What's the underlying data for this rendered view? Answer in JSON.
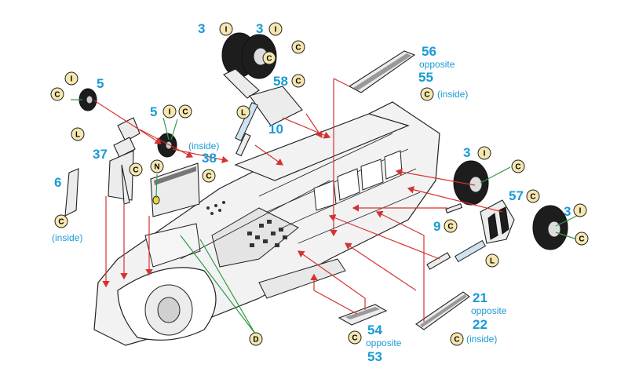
{
  "labels": {
    "l3a": "3",
    "l3b": "3",
    "l56": "56",
    "l56note": "opposite",
    "l55": "55",
    "l55note": "(inside)",
    "l58": "58",
    "l5a": "5",
    "l5b": "5",
    "l5note": "(inside)",
    "l10": "10",
    "l37": "37",
    "l38": "38",
    "l6": "6",
    "l6note": "(inside)",
    "l3c": "3",
    "l57": "57",
    "l3d": "3",
    "l9": "9",
    "l21": "21",
    "l21note": "opposite",
    "l22": "22",
    "l22note": "(inside)",
    "l54": "54",
    "l54note": "opposite",
    "l53": "53"
  },
  "badges": {
    "c": "C",
    "i": "I",
    "l": "L",
    "n": "N",
    "d": "D"
  },
  "colors": {
    "number": "#1a9ad6",
    "arrow": "#d63232",
    "guide": "#2e9b44",
    "paint_c": "#f6e7b0",
    "drop": "#f0d53a"
  }
}
